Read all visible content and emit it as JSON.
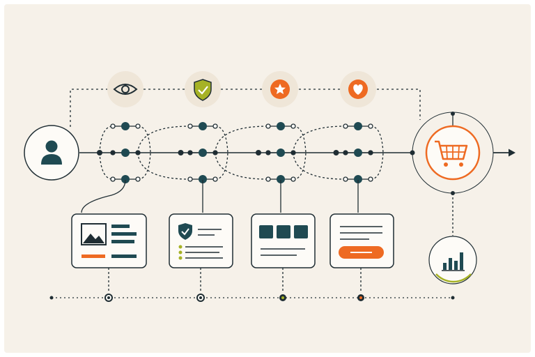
{
  "colors": {
    "paper": "#f6f1e9",
    "ink": "#1f2d33",
    "teal": "#1f4a52",
    "orange": "#ee6a22",
    "olive": "#a6b226",
    "stage_bg": "#efe6d8",
    "card_bg": "#fdfbf7"
  },
  "icons": {
    "user": "user-icon",
    "cart": "shopping-cart-icon",
    "stage_1": "eye-icon",
    "stage_2": "shield-check-icon",
    "stage_3": "star-badge-icon",
    "stage_4": "heart-icon",
    "analytics": "bar-chart-icon"
  },
  "stages": [
    {
      "icon": "eye-icon",
      "accent": "#1f2d33",
      "card": "media-card"
    },
    {
      "icon": "shield-check-icon",
      "accent": "#a6b226",
      "card": "checklist-card"
    },
    {
      "icon": "star-badge-icon",
      "accent": "#ee6a22",
      "card": "tiles-card"
    },
    {
      "icon": "heart-icon",
      "accent": "#ee6a22",
      "card": "cta-card"
    }
  ]
}
